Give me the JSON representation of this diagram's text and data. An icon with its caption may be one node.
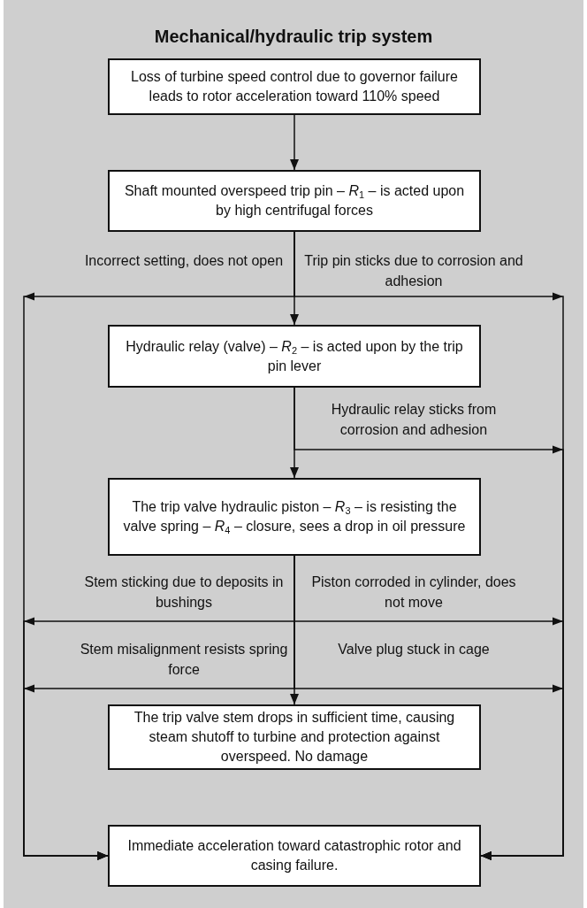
{
  "diagram": {
    "title": "Mechanical/hydraulic trip system",
    "nodes": [
      {
        "text": [
          "Loss of turbine speed control due to governor failure leads to rotor acceleration toward 110% speed"
        ]
      },
      {
        "text": [
          "Shaft mounted overspeed trip pin – *R*$_{1}$ – is acted upon by high centrifugal forces"
        ]
      },
      {
        "text": [
          "Hydraulic relay (valve) – *R*$_{2}$ – is acted upon by the trip pin lever"
        ]
      },
      {
        "text": [
          "The trip valve hydraulic piston – *R*$_{3}$ – is resisting the valve spring – *R*$_{4}$ – closure, sees a drop in oil pressure"
        ]
      },
      {
        "text": [
          "The trip valve stem drops in sufficient time, causing steam shutoff to turbine and protection against overspeed. No damage"
        ]
      },
      {
        "text": [
          "Immediate acceleration toward catastrophic rotor and casing failure."
        ]
      }
    ],
    "edges": [
      {
        "from": 0,
        "to": 1,
        "arrow": "to"
      },
      {
        "from": 1,
        "to": 2,
        "arrow": "to"
      },
      {
        "from": 2,
        "to": 3,
        "arrow": "to"
      },
      {
        "from": 3,
        "to": 4,
        "arrow": "to"
      },
      {
        "from": 1,
        "to": 5,
        "arrow": "to",
        "label": "Incorrect setting, does not open"
      },
      {
        "from": 1,
        "to": 5,
        "arrow": "to",
        "label": "Trip pin sticks due to corrosion and adhesion"
      },
      {
        "from": 2,
        "to": 5,
        "arrow": "to",
        "label": "Hydraulic relay sticks from corrosion and adhesion"
      },
      {
        "from": 3,
        "to": 5,
        "arrow": "to",
        "label": "Stem sticking due to deposits in bushings"
      },
      {
        "from": 3,
        "to": 5,
        "arrow": "to",
        "label": "Piston corroded in cylinder, does not move"
      },
      {
        "from": 3,
        "to": 5,
        "arrow": "to",
        "label": "Stem misalignment resists spring force"
      },
      {
        "from": 3,
        "to": 5,
        "arrow": "to",
        "label": "Valve plug stuck in cage"
      }
    ]
  }
}
